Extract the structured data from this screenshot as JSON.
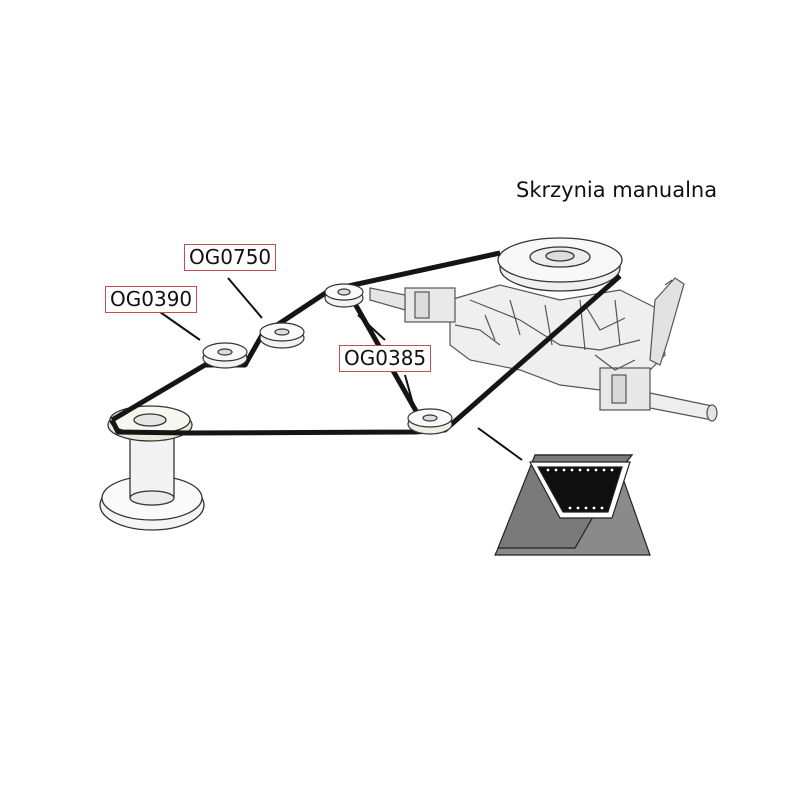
{
  "title": "Skrzynia manualna",
  "parts": [
    {
      "code": "OG0750"
    },
    {
      "code": "OG0390"
    },
    {
      "code": "OG0385"
    }
  ]
}
